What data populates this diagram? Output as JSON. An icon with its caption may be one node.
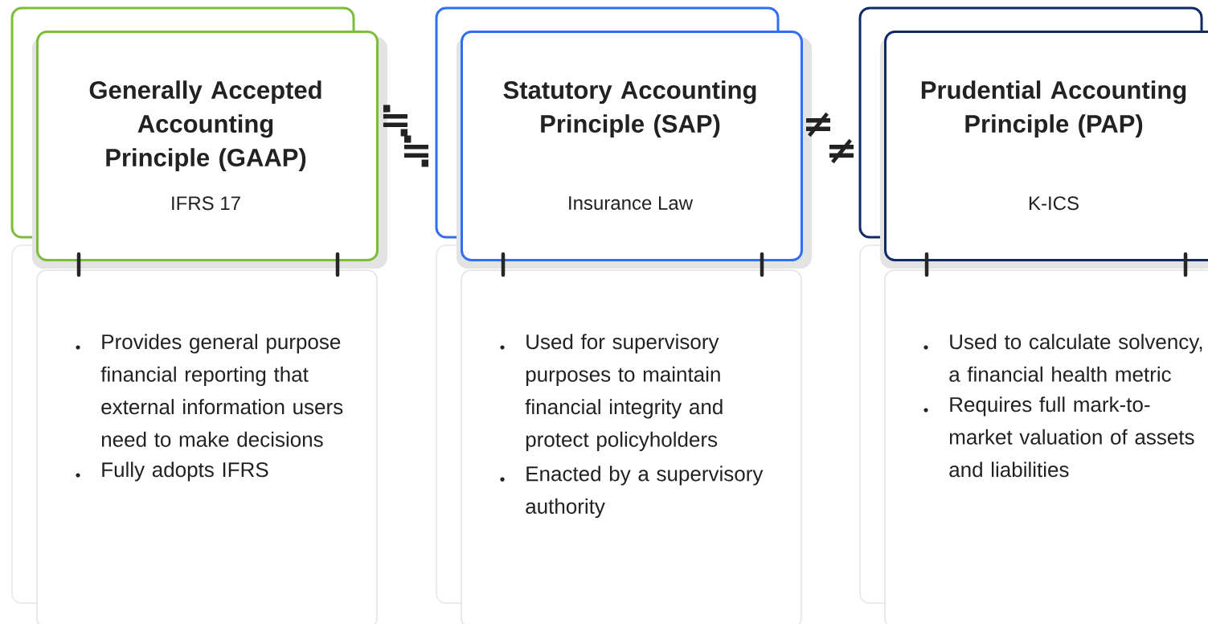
{
  "diagram": {
    "nodes": [
      {
        "text": [
          "Generally Accepted Accounting Principle (GAAP)",
          "IFRS 17"
        ]
      },
      {
        "text": [
          "Provides general purpose financial reporting that external information users need to make decisions",
          "Fully adopts IFRS"
        ]
      },
      {
        "text": [
          "Statutory Accounting Principle (SAP)",
          "Insurance Law"
        ]
      },
      {
        "text": [
          "Used for supervisory purposes to maintain financial integrity and protect policyholders",
          "Enacted by a supervisory authority"
        ]
      },
      {
        "text": [
          "Prudential Accounting Principle (PAP)",
          "K-ICS"
        ]
      },
      {
        "text": [
          "Used to calculate solvency, a financial health metric",
          "Requires full mark-to-market valuation of assets and liabilities"
        ]
      }
    ],
    "labels": [
      "≒",
      "≒",
      "≠",
      "≠"
    ]
  }
}
